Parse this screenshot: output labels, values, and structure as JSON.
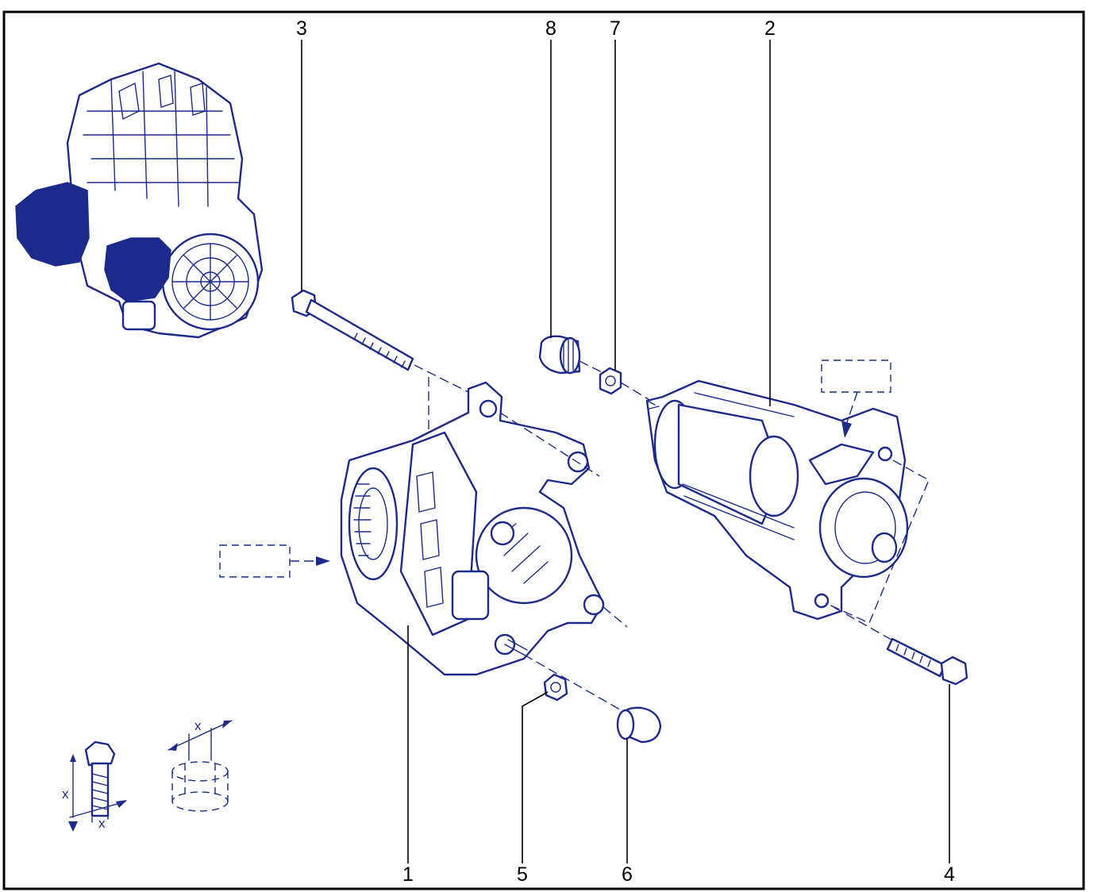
{
  "callouts": [
    {
      "id": "1",
      "label": "1"
    },
    {
      "id": "2",
      "label": "2"
    },
    {
      "id": "3",
      "label": "3"
    },
    {
      "id": "4",
      "label": "4"
    },
    {
      "id": "5",
      "label": "5"
    },
    {
      "id": "6",
      "label": "6"
    },
    {
      "id": "7",
      "label": "7"
    },
    {
      "id": "8",
      "label": "8"
    }
  ],
  "dimension_symbol": "x",
  "colors": {
    "line_art": "#1c2a8c",
    "highlight": "#1c2a8c",
    "frame": "#000000",
    "background": "#ffffff"
  }
}
